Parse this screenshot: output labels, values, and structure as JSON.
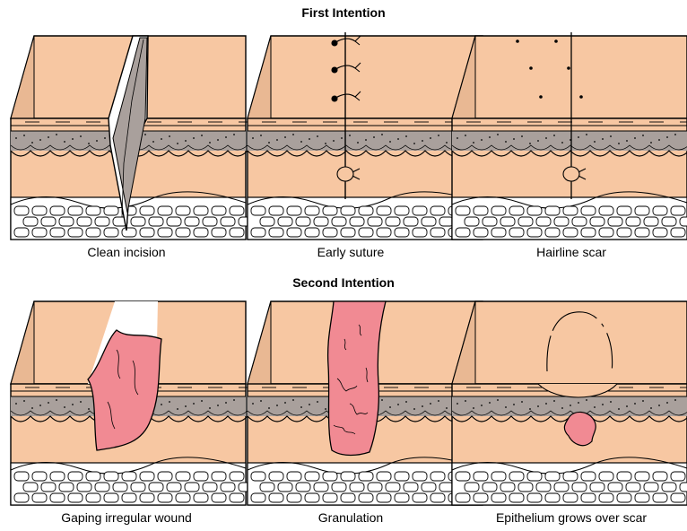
{
  "headings": {
    "first": "First Intention",
    "second": "Second Intention"
  },
  "panels": [
    {
      "caption": "Clean incision"
    },
    {
      "caption": "Early suture"
    },
    {
      "caption": "Hairline scar"
    },
    {
      "caption": "Gaping irregular wound"
    },
    {
      "caption": "Granulation"
    },
    {
      "caption": "Epithelium grows over scar"
    }
  ],
  "colors": {
    "skin": "#f7c7a2",
    "dermis_band": "#a9a09c",
    "wound": "#f18a93",
    "fat_cells": "#ffffff",
    "outline": "#000000"
  }
}
